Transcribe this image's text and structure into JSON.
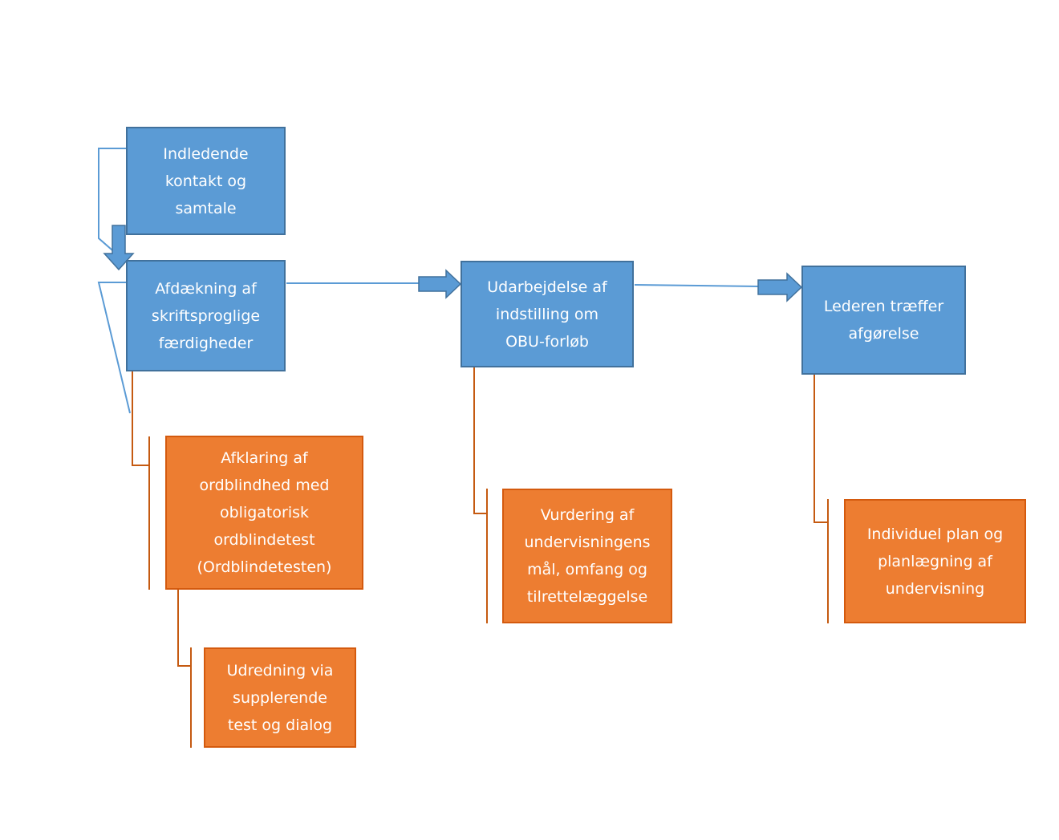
{
  "colors": {
    "step_fill": "#5b9bd5",
    "step_border": "#41719c",
    "sub_fill": "#ed7d31",
    "sub_border": "#d45a0e",
    "text": "#ffffff"
  },
  "steps": [
    {
      "id": "b1",
      "label": "Indledende\nkontakt og\nsamtale"
    },
    {
      "id": "b2",
      "label": "Afdækning af\nskriftsproglige\nfærdigheder"
    },
    {
      "id": "b3",
      "label": "Udarbejdelse af\nindstilling om\nOBU-forløb"
    },
    {
      "id": "b4",
      "label": "Lederen træffer\nafgørelse"
    }
  ],
  "substeps": [
    {
      "id": "o1",
      "label": "Afklaring af\nordblindhed med\nobligatorisk\nordblindetest\n(Ordblindetesten)"
    },
    {
      "id": "o2",
      "label": "Udredning via\nsupplerende\ntest og dialog"
    },
    {
      "id": "o3",
      "label": "Vurdering af\nundervisningens\nmål, omfang og\ntilrettelæggelse"
    },
    {
      "id": "o4",
      "label": "Individuel plan og\nplanlægning af\nundervisning"
    }
  ]
}
